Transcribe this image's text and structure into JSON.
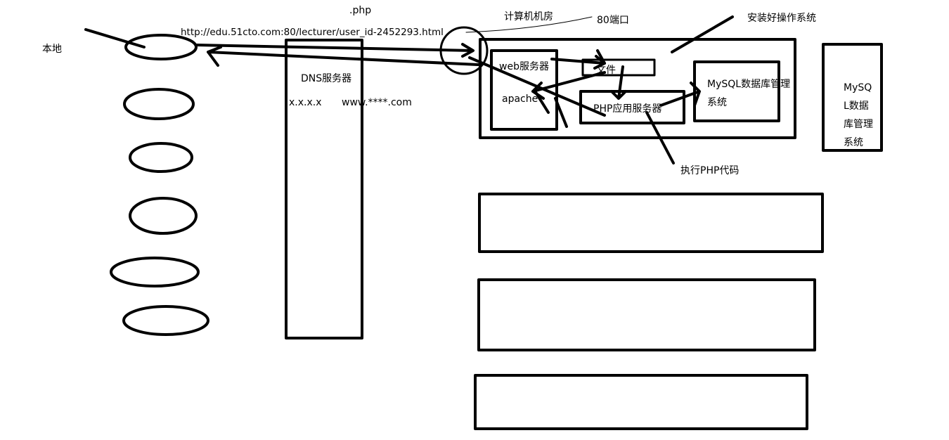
{
  "labels": {
    "local": "本地",
    "php_ext": ".php",
    "url": "http://edu.51cto.com:80/lecturer/user_id-2452293.html",
    "machine_room": "计算机机房",
    "port": "80端口",
    "os_installed": "安装好操作系统",
    "dns_server": "DNS服务器",
    "ip": "x.x.x.x",
    "domain": "www.****.com",
    "web_server": "web服务器",
    "apache": "apache",
    "file": "文件",
    "php_app_server": "PHP应用服务器",
    "mysql_dbms_inner": "MySQL数据库管理系统",
    "mysql_dbms_outer": "MySQL数据库管理系统",
    "exec_php": "执行PHP代码"
  },
  "colors": {
    "stroke": "#000000",
    "background": "#ffffff"
  }
}
